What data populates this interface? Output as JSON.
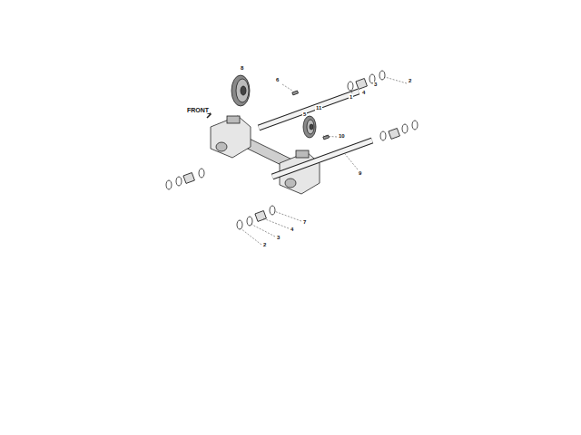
{
  "diagram": {
    "labels": [
      "FRONT",
      "8",
      "6",
      "5",
      "1",
      "4",
      "3",
      "2",
      "11",
      "10",
      "9",
      "7",
      "4",
      "3",
      "2"
    ]
  }
}
